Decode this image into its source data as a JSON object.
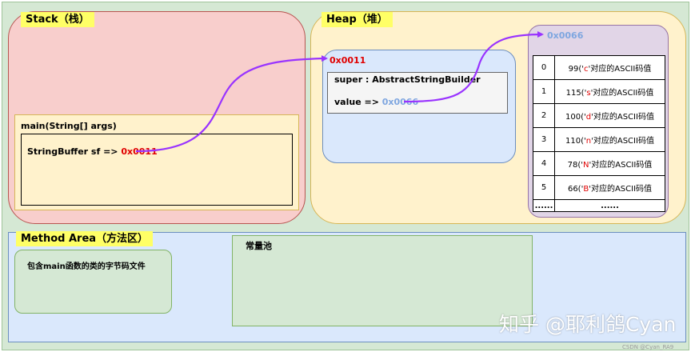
{
  "regions": {
    "stack_title": "Stack（栈）",
    "heap_title": "Heap（堆）",
    "method_area_title": "Method Area（方法区）"
  },
  "stack": {
    "frame_title": "main(String[] args)",
    "var_label": "StringBuffer sf => ",
    "var_address": "0x0011"
  },
  "heap": {
    "object_address": "0x0011",
    "super_text": "super : AbstractStringBuilder",
    "value_label": "value => ",
    "value_address": "0x0066",
    "array_address": "0x0066",
    "array_rows": [
      {
        "index": "0",
        "pre": "99('",
        "char": "c",
        "post": "'对应的ASCII码值"
      },
      {
        "index": "1",
        "pre": "115('",
        "char": "s",
        "post": "'对应的ASCII码值"
      },
      {
        "index": "2",
        "pre": "100('",
        "char": "d",
        "post": "'对应的ASCII码值"
      },
      {
        "index": "3",
        "pre": "110('",
        "char": "n",
        "post": "'对应的ASCII码值"
      },
      {
        "index": "4",
        "pre": "78('",
        "char": "N",
        "post": "'对应的ASCII码值"
      },
      {
        "index": "5",
        "pre": "66('",
        "char": "B",
        "post": "'对应的ASCII码值"
      }
    ],
    "ellipsis_left": "......",
    "ellipsis_right": "......"
  },
  "method_area": {
    "bytecode_text": "包含main函数的类的字节码文件",
    "constant_pool_text": "常量池"
  },
  "watermark": "知乎 @耶利鸽Cyan",
  "csdn_mark": "CSDN @Cyan_RA9",
  "colors": {
    "stack_fill": "#f8cecc",
    "heap_fill": "#fff2cc",
    "method_fill": "#dae8fc",
    "outer_fill": "#d5e8d4",
    "title_highlight": "#ffff66",
    "pointer_arrow": "#9933ff",
    "address_red": "#e00000",
    "address_blue": "#7ea6e0",
    "char_red": "#e00000"
  }
}
